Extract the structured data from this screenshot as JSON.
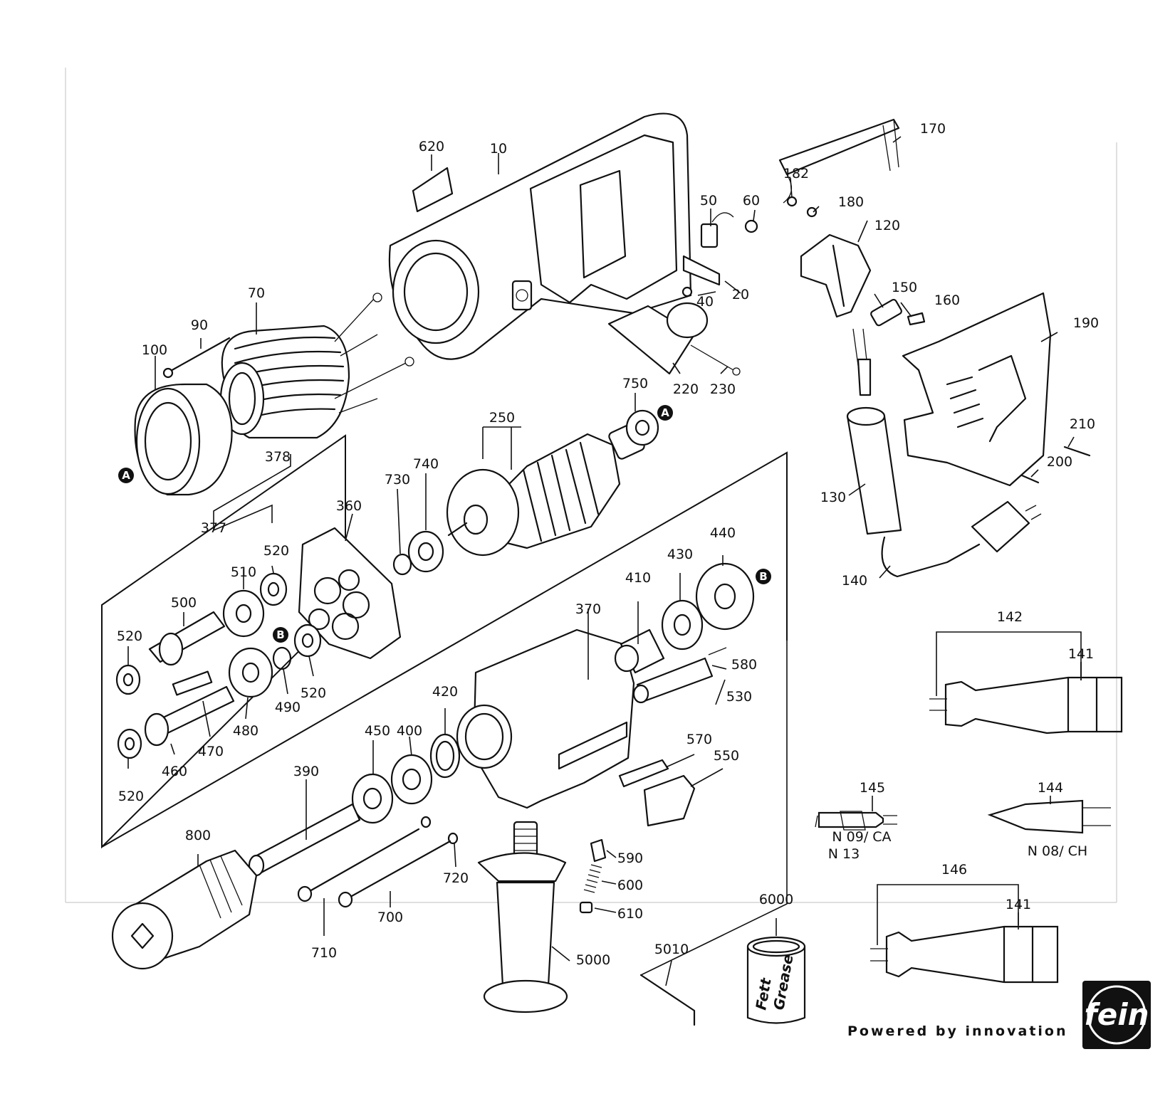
{
  "parts": [
    {
      "id": "p10",
      "label": "10"
    },
    {
      "id": "p20",
      "label": "20"
    },
    {
      "id": "p40",
      "label": "40"
    },
    {
      "id": "p50",
      "label": "50"
    },
    {
      "id": "p60",
      "label": "60"
    },
    {
      "id": "p70",
      "label": "70"
    },
    {
      "id": "p90",
      "label": "90"
    },
    {
      "id": "p100",
      "label": "100"
    },
    {
      "id": "p120",
      "label": "120"
    },
    {
      "id": "p130",
      "label": "130"
    },
    {
      "id": "p140",
      "label": "140"
    },
    {
      "id": "p141a",
      "label": "141"
    },
    {
      "id": "p141b",
      "label": "141"
    },
    {
      "id": "p142",
      "label": "142"
    },
    {
      "id": "p144",
      "label": "144"
    },
    {
      "id": "p145",
      "label": "145"
    },
    {
      "id": "p146",
      "label": "146"
    },
    {
      "id": "p150",
      "label": "150"
    },
    {
      "id": "p160",
      "label": "160"
    },
    {
      "id": "p170",
      "label": "170"
    },
    {
      "id": "p180",
      "label": "180"
    },
    {
      "id": "p182",
      "label": "182"
    },
    {
      "id": "p190",
      "label": "190"
    },
    {
      "id": "p200",
      "label": "200"
    },
    {
      "id": "p210",
      "label": "210"
    },
    {
      "id": "p220",
      "label": "220"
    },
    {
      "id": "p230",
      "label": "230"
    },
    {
      "id": "p250",
      "label": "250"
    },
    {
      "id": "p360",
      "label": "360"
    },
    {
      "id": "p370",
      "label": "370"
    },
    {
      "id": "p377",
      "label": "377"
    },
    {
      "id": "p378",
      "label": "378"
    },
    {
      "id": "p390",
      "label": "390"
    },
    {
      "id": "p400",
      "label": "400"
    },
    {
      "id": "p410",
      "label": "410"
    },
    {
      "id": "p420",
      "label": "420"
    },
    {
      "id": "p430",
      "label": "430"
    },
    {
      "id": "p440",
      "label": "440"
    },
    {
      "id": "p450",
      "label": "450"
    },
    {
      "id": "p460",
      "label": "460"
    },
    {
      "id": "p470",
      "label": "470"
    },
    {
      "id": "p480",
      "label": "480"
    },
    {
      "id": "p490",
      "label": "490"
    },
    {
      "id": "p500",
      "label": "500"
    },
    {
      "id": "p510",
      "label": "510"
    },
    {
      "id": "p520a",
      "label": "520"
    },
    {
      "id": "p520b",
      "label": "520"
    },
    {
      "id": "p520c",
      "label": "520"
    },
    {
      "id": "p520d",
      "label": "520"
    },
    {
      "id": "p530",
      "label": "530"
    },
    {
      "id": "p550",
      "label": "550"
    },
    {
      "id": "p570",
      "label": "570"
    },
    {
      "id": "p580",
      "label": "580"
    },
    {
      "id": "p590",
      "label": "590"
    },
    {
      "id": "p600",
      "label": "600"
    },
    {
      "id": "p610",
      "label": "610"
    },
    {
      "id": "p620",
      "label": "620"
    },
    {
      "id": "p700",
      "label": "700"
    },
    {
      "id": "p710",
      "label": "710"
    },
    {
      "id": "p720",
      "label": "720"
    },
    {
      "id": "p730",
      "label": "730"
    },
    {
      "id": "p740",
      "label": "740"
    },
    {
      "id": "p750",
      "label": "750"
    },
    {
      "id": "p800",
      "label": "800"
    },
    {
      "id": "p5000",
      "label": "5000"
    },
    {
      "id": "p5010",
      "label": "5010"
    },
    {
      "id": "p6000",
      "label": "6000"
    }
  ],
  "variants": {
    "n09_ca": "N 09/ CA",
    "n13": "N 13",
    "n08_ch": "N 08/ CH"
  },
  "reference_tags": {
    "a": "A",
    "b": "B"
  },
  "grease_can": {
    "line1": "Fett",
    "line2": "Grease"
  },
  "brand": {
    "tagline": "Powered by innovation",
    "logo": "fein"
  }
}
